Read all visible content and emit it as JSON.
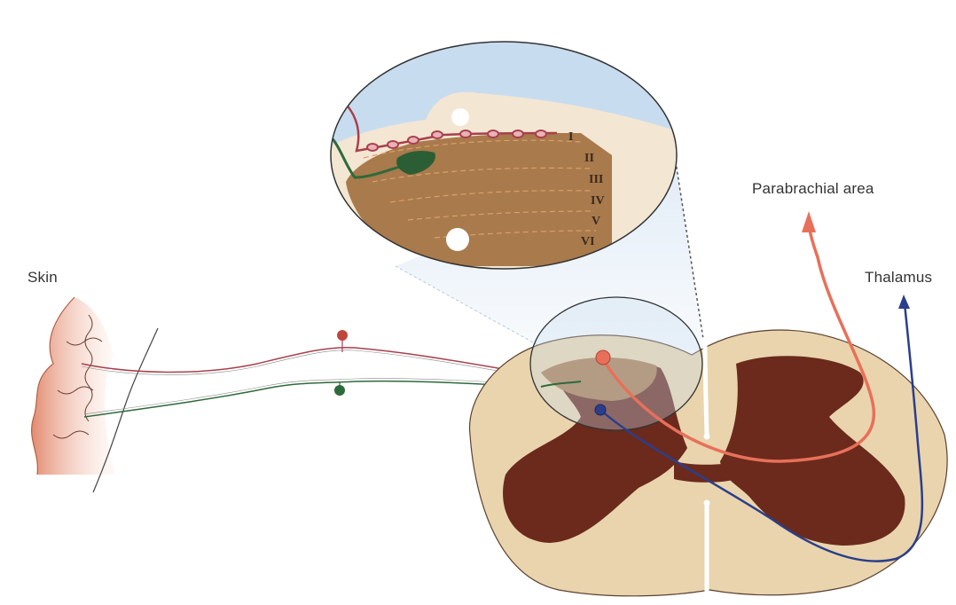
{
  "labels": {
    "skin": "Skin",
    "parabrachial": "Parabrachial area",
    "thalamus": "Thalamus"
  },
  "laminae": [
    "I",
    "II",
    "III",
    "IV",
    "V",
    "VI"
  ],
  "colors": {
    "inset_blue": "#c8dcef",
    "white_matter": "#e9d4ad",
    "grey_matter_inset": "#a97a4c",
    "grey_matter_cord": "#6b2a1c",
    "skin_edge": "#e38b70",
    "nociceptor_red": "#a8404c",
    "afferent_green": "#2e6a3c",
    "projection_orange": "#e8705a",
    "projection_blue": "#2a3e8c"
  }
}
